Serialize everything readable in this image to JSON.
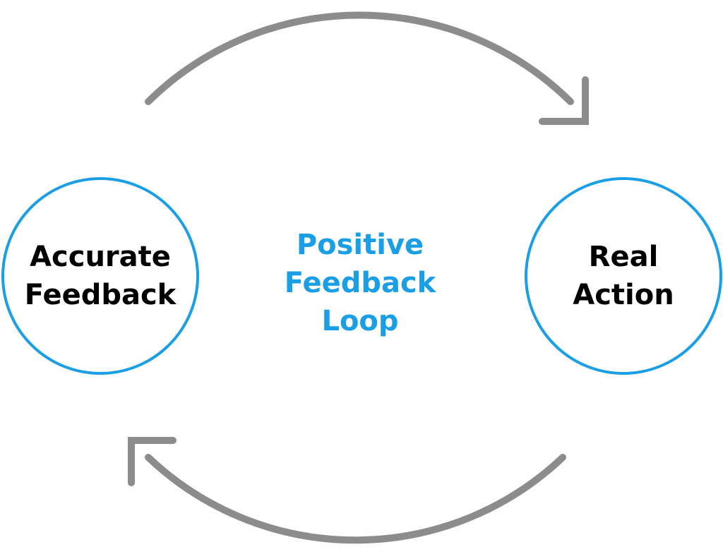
{
  "diagram": {
    "left_node": {
      "lines": [
        "Accurate",
        "Feedback"
      ]
    },
    "right_node": {
      "lines": [
        "Real",
        "Action"
      ]
    },
    "center": {
      "lines": [
        "Positive",
        "Feedback",
        "Loop"
      ]
    },
    "colors": {
      "circle_stroke": "#1a9ee6",
      "center_text": "#1a9ee6",
      "node_text": "#000000",
      "arrow": "#8c8c8c"
    },
    "arrows": [
      {
        "from": "left_node",
        "to": "right_node",
        "route": "top"
      },
      {
        "from": "right_node",
        "to": "left_node",
        "route": "bottom"
      }
    ]
  }
}
